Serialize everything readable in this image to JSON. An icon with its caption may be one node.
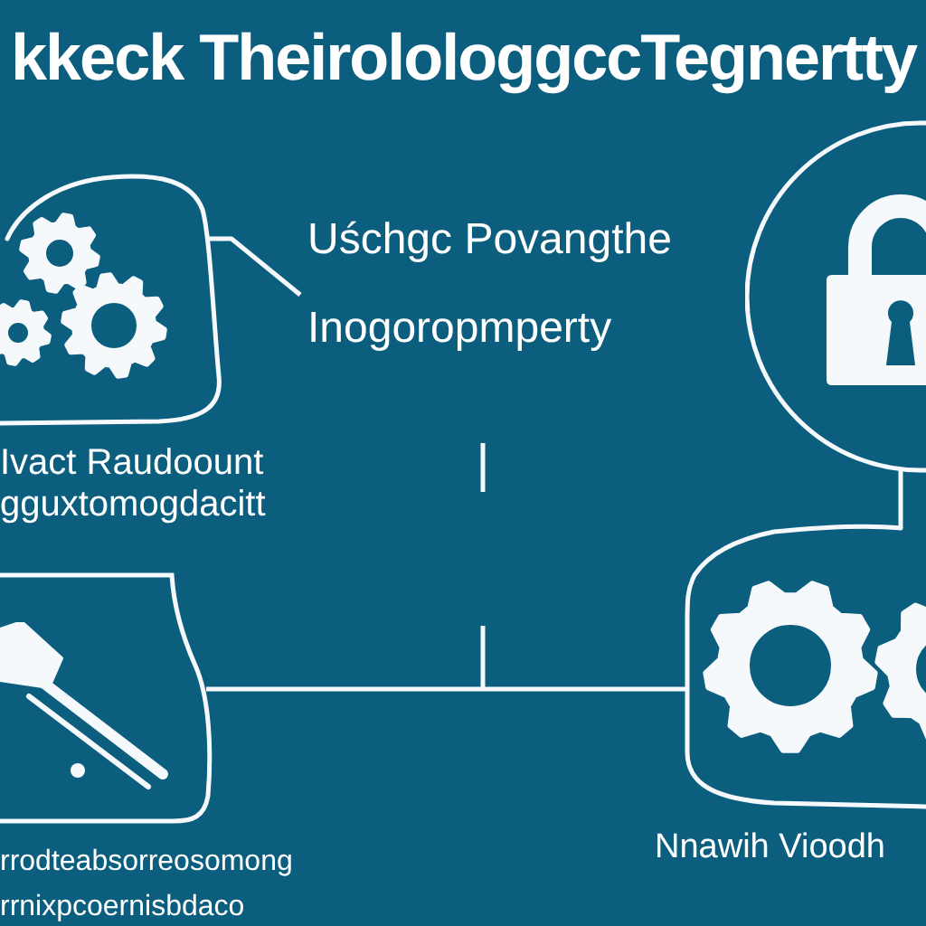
{
  "diagram": {
    "title": "kkeck TheirolologgccTegnertty",
    "nodes": [
      {
        "text": [],
        "shape": "picture",
        "beside": [
          "Ivact Raudoount gguxtomogdacitt"
        ]
      },
      {
        "text": [
          "Uśchgc Povangthe",
          "Inogoropmperty"
        ]
      },
      {
        "text": [],
        "shape": "circle"
      },
      {
        "text": [],
        "shape": "picture",
        "beside": [
          "rrodteabsorreosomong rrnixpcoernisbdaco"
        ]
      },
      {
        "text": [],
        "shape": "picture",
        "beside": [
          "Nnawih Vioodh"
        ]
      }
    ],
    "edges": [
      {
        "from": 1,
        "to": 0,
        "arrow": "none"
      },
      {
        "from": 2,
        "to": 4,
        "arrow": "none"
      },
      {
        "from": 3,
        "to": 4,
        "arrow": "none"
      }
    ]
  }
}
